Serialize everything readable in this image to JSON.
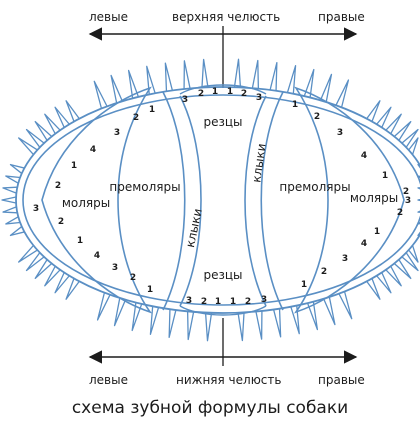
{
  "top": {
    "left": "левые",
    "center": "верхняя челюсть",
    "right": "правые"
  },
  "bottom": {
    "left": "левые",
    "center": "нижняя челюсть",
    "right": "правые"
  },
  "caption": "схема зубной формулы собаки",
  "zones": {
    "incisors_upper": "резцы",
    "incisors_lower": "резцы",
    "canine_left": "клыки",
    "canine_right": "клыки",
    "premolars_left": "премоляры",
    "premolars_right": "премоляры",
    "molars_left": "моляры",
    "molars_right": "моляры"
  },
  "teeth": {
    "upper_incisors": [
      "3",
      "2",
      "1",
      "1",
      "2",
      "3"
    ],
    "lower_incisors": [
      "3",
      "2",
      "1",
      "1",
      "2",
      "3"
    ],
    "upper_left_premolars": [
      "1",
      "2",
      "3",
      "4"
    ],
    "upper_right_premolars": [
      "1",
      "2",
      "3",
      "4"
    ],
    "lower_left_premolars": [
      "1",
      "2",
      "3",
      "4"
    ],
    "lower_right_premolars": [
      "1",
      "2",
      "3",
      "4"
    ],
    "upper_left_molars": [
      "1",
      "2"
    ],
    "upper_right_molars": [
      "1",
      "2"
    ],
    "lower_left_molars": [
      "1",
      "2",
      "3"
    ],
    "lower_right_molars": [
      "1",
      "2",
      "3"
    ]
  },
  "colors": {
    "line": "#5a8fc4",
    "text": "#1c1c1c",
    "background": "#ffffff"
  }
}
